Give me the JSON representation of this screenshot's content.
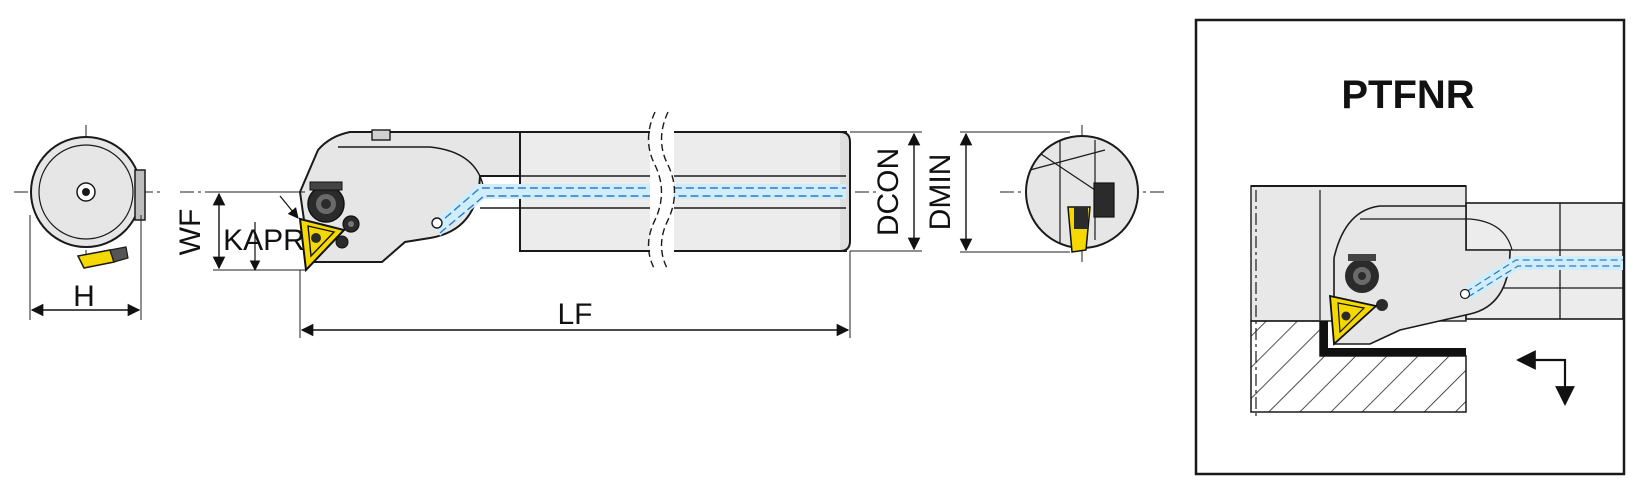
{
  "labels": {
    "wf": "WF",
    "kapr": "KAPR",
    "h": "H",
    "lf": "LF",
    "dcon": "DCON",
    "dmin": "DMIN"
  },
  "panel": {
    "title": "PTFNR"
  },
  "colors": {
    "body_fill": "#e6e6e6",
    "shank_fill": "#ececec",
    "outline": "#1a1a1a",
    "insert": "#f5d800",
    "coolant": "#cdeefa",
    "coolant_dash": "#3a77c0",
    "clamp": "#2b2b2b"
  },
  "icons": {
    "feed_direction": "feed-direction-arrow-icon"
  }
}
